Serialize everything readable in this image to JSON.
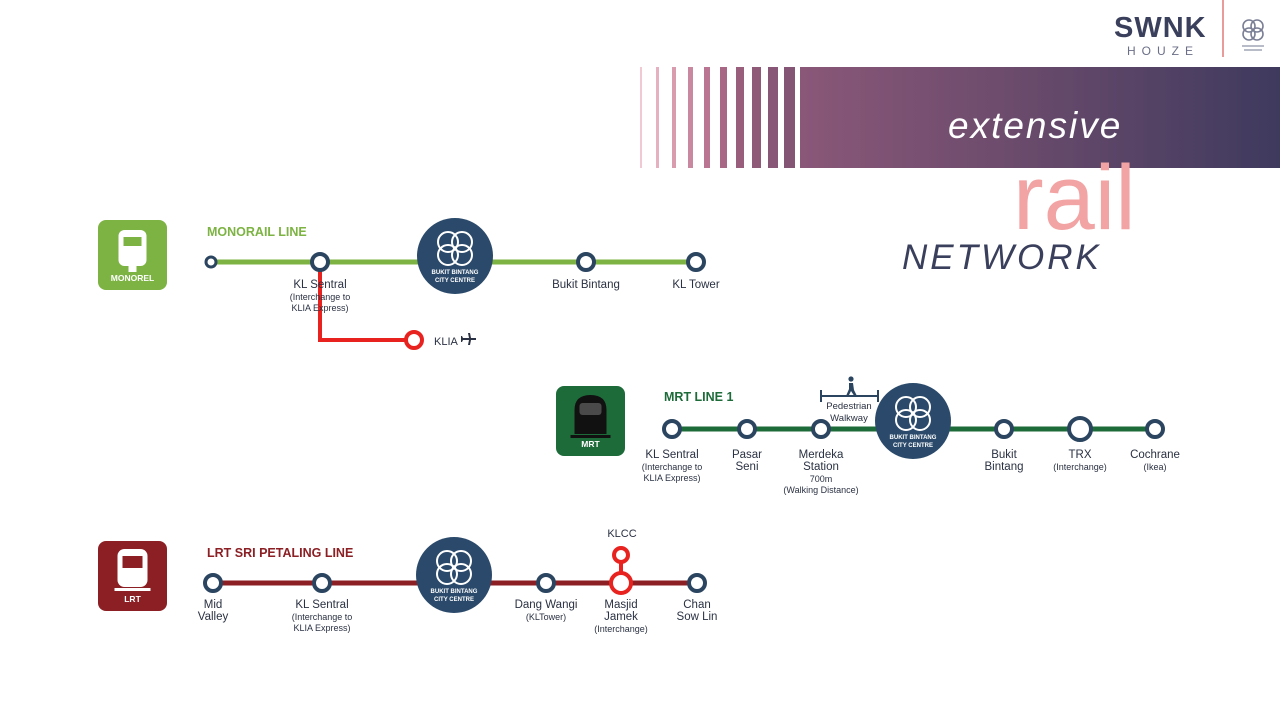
{
  "header": {
    "brand": "SWNK",
    "brand_sub": "HOUZE",
    "title_line1": "extensive",
    "title_line2": "rail",
    "title_line3": "NETWORK"
  },
  "colors": {
    "monorail": "#7cb342",
    "mrt": "#1e6b3a",
    "lrt": "#8b1f24",
    "interchange": "#e8231f",
    "station": "#2b4560",
    "hub": "#2b4a6b"
  },
  "hub_label": [
    "BUKIT BINTANG",
    "CITY CENTRE"
  ],
  "monorail": {
    "title": "MONORAIL LINE",
    "icon_label": "MONOREL",
    "stations": [
      {
        "label": [
          "KL Sentral"
        ],
        "sub": [
          "(Interchange to",
          "KLIA Express)"
        ]
      },
      {
        "label": [
          "Bukit Bintang"
        ],
        "sub": []
      },
      {
        "label": [
          "KL Tower"
        ],
        "sub": []
      }
    ],
    "branch": {
      "label": "KLIA",
      "icon": "airplane-icon"
    }
  },
  "mrt": {
    "title": "MRT LINE 1",
    "icon_label": "MRT",
    "walkway": [
      "Pedestrian",
      "Walkway"
    ],
    "stations": [
      {
        "label": [
          "KL Sentral"
        ],
        "sub": [
          "(Interchange to",
          "KLIA Express)"
        ]
      },
      {
        "label": [
          "Pasar",
          "Seni"
        ],
        "sub": []
      },
      {
        "label": [
          "Merdeka",
          "Station"
        ],
        "sub": [
          "700m",
          "(Walking Distance)"
        ]
      },
      {
        "label": [
          "Bukit",
          "Bintang"
        ],
        "sub": []
      },
      {
        "label": [
          "TRX"
        ],
        "sub": [
          "(Interchange)"
        ]
      },
      {
        "label": [
          "Cochrane"
        ],
        "sub": [
          "(Ikea)"
        ]
      }
    ]
  },
  "lrt": {
    "title": "LRT SRI PETALING LINE",
    "icon_label": "LRT",
    "stations": [
      {
        "label": [
          "Mid",
          "Valley"
        ],
        "sub": []
      },
      {
        "label": [
          "KL Sentral"
        ],
        "sub": [
          "(Interchange to",
          "KLIA Express)"
        ]
      },
      {
        "label": [
          "Dang Wangi"
        ],
        "sub": [
          "(KLTower)"
        ]
      },
      {
        "label": [
          "Masjid",
          "Jamek"
        ],
        "sub": [
          "(Interchange)"
        ]
      },
      {
        "label": [
          "Chan",
          "Sow Lin"
        ],
        "sub": []
      }
    ],
    "branch": {
      "label": "KLCC"
    }
  }
}
